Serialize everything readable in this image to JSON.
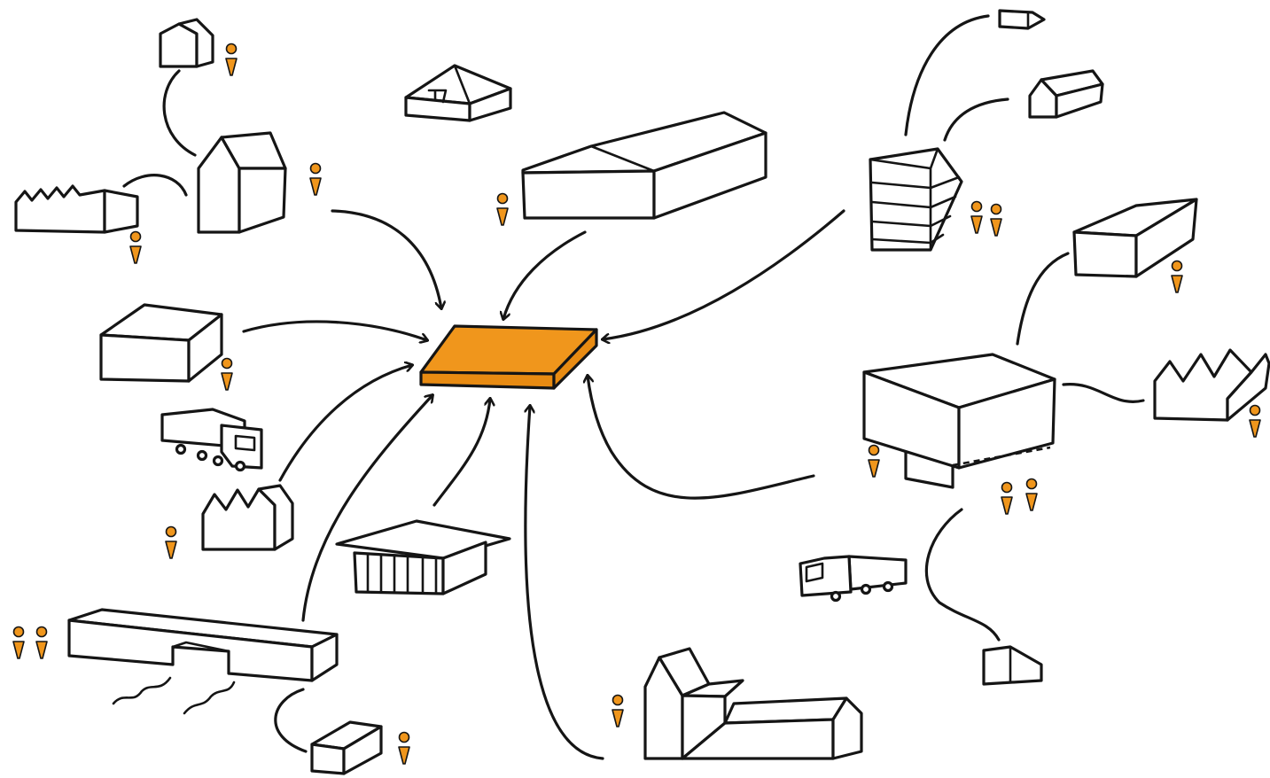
{
  "diagram": {
    "colors": {
      "ink": "#151515",
      "hub": "#f0961c",
      "person": "#f0961c",
      "background": "#ffffff"
    },
    "hub": {
      "icon": "central-platform-icon",
      "color": "#f0961c"
    },
    "nodes": [
      {
        "name": "small-house",
        "icon": "house-icon",
        "people": 1
      },
      {
        "name": "pitched-roof-house",
        "icon": "house-icon",
        "people": 1
      },
      {
        "name": "pyramid-roof-house",
        "icon": "house-icon",
        "people": 0
      },
      {
        "name": "sawtooth-factory",
        "icon": "factory-icon",
        "people": 1
      },
      {
        "name": "long-hall",
        "icon": "warehouse-icon",
        "people": 1
      },
      {
        "name": "block-building",
        "icon": "box-building-icon",
        "people": 1
      },
      {
        "name": "delivery-truck-left",
        "icon": "truck-icon",
        "people": 0
      },
      {
        "name": "small-factory",
        "icon": "factory-icon",
        "people": 1
      },
      {
        "name": "columned-pavilion",
        "icon": "pavilion-icon",
        "people": 0
      },
      {
        "name": "bridge-building",
        "icon": "bridge-building-icon",
        "people": 2
      },
      {
        "name": "small-box",
        "icon": "box-building-icon",
        "people": 1
      },
      {
        "name": "stepped-building",
        "icon": "stepped-building-icon",
        "people": 1
      },
      {
        "name": "tiny-box-top",
        "icon": "box-building-icon",
        "people": 0
      },
      {
        "name": "gable-house-right",
        "icon": "house-icon",
        "people": 0
      },
      {
        "name": "tower",
        "icon": "tower-icon",
        "people": 2
      },
      {
        "name": "long-box-right",
        "icon": "box-building-icon",
        "people": 1
      },
      {
        "name": "large-block",
        "icon": "large-building-icon",
        "people": 3
      },
      {
        "name": "sawtooth-factory-right",
        "icon": "factory-icon",
        "people": 1
      },
      {
        "name": "delivery-truck-right",
        "icon": "truck-icon",
        "people": 0
      },
      {
        "name": "small-shed",
        "icon": "shed-icon",
        "people": 0
      }
    ]
  }
}
